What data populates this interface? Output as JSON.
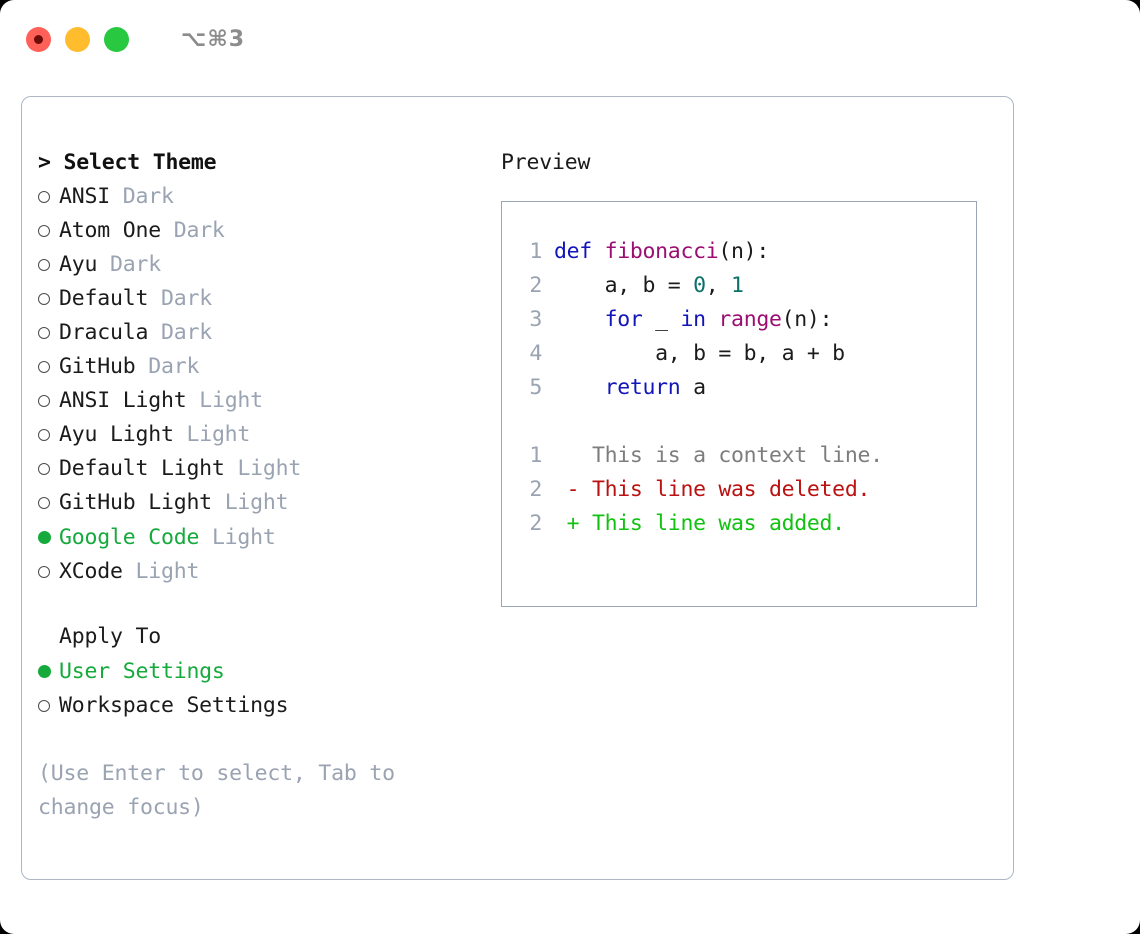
{
  "titlebar": {
    "shortcut_label": "⌥⌘3",
    "buttons": [
      {
        "name": "close",
        "color": "#ff6058"
      },
      {
        "name": "minimize",
        "color": "#ffbd2e"
      },
      {
        "name": "zoom",
        "color": "#28c840"
      }
    ]
  },
  "theme_list": {
    "header": "> Select Theme",
    "options": [
      {
        "name": "ANSI",
        "variant": "Dark",
        "selected": false
      },
      {
        "name": "Atom One",
        "variant": "Dark",
        "selected": false
      },
      {
        "name": "Ayu",
        "variant": "Dark",
        "selected": false
      },
      {
        "name": "Default",
        "variant": "Dark",
        "selected": false
      },
      {
        "name": "Dracula",
        "variant": "Dark",
        "selected": false
      },
      {
        "name": "GitHub",
        "variant": "Dark",
        "selected": false
      },
      {
        "name": "ANSI Light",
        "variant": "Light",
        "selected": false
      },
      {
        "name": "Ayu Light",
        "variant": "Light",
        "selected": false
      },
      {
        "name": "Default Light",
        "variant": "Light",
        "selected": false
      },
      {
        "name": "GitHub Light",
        "variant": "Light",
        "selected": false
      },
      {
        "name": "Google Code",
        "variant": "Light",
        "selected": true
      },
      {
        "name": "XCode",
        "variant": "Light",
        "selected": false
      }
    ]
  },
  "apply_to": {
    "header": "Apply To",
    "options": [
      {
        "name": "User Settings",
        "selected": true
      },
      {
        "name": "Workspace Settings",
        "selected": false
      }
    ]
  },
  "hint": "(Use Enter to select, Tab to change focus)",
  "preview": {
    "title": "Preview",
    "code_lines": [
      {
        "num": "1",
        "tokens": [
          {
            "t": "def ",
            "k": "kw"
          },
          {
            "t": "fibonacci",
            "k": "fn"
          },
          {
            "t": "(n):",
            "k": "plain"
          }
        ]
      },
      {
        "num": "2",
        "tokens": [
          {
            "t": "    a, b = ",
            "k": "plain"
          },
          {
            "t": "0",
            "k": "num"
          },
          {
            "t": ", ",
            "k": "plain"
          },
          {
            "t": "1",
            "k": "num"
          }
        ]
      },
      {
        "num": "3",
        "tokens": [
          {
            "t": "    ",
            "k": "plain"
          },
          {
            "t": "for",
            "k": "kw"
          },
          {
            "t": " _ ",
            "k": "plain"
          },
          {
            "t": "in",
            "k": "kw"
          },
          {
            "t": " ",
            "k": "plain"
          },
          {
            "t": "range",
            "k": "fn"
          },
          {
            "t": "(n):",
            "k": "plain"
          }
        ]
      },
      {
        "num": "4",
        "tokens": [
          {
            "t": "        a, b = b, a + b",
            "k": "plain"
          }
        ]
      },
      {
        "num": "5",
        "tokens": [
          {
            "t": "    ",
            "k": "plain"
          },
          {
            "t": "return",
            "k": "kw"
          },
          {
            "t": " a",
            "k": "plain"
          }
        ]
      }
    ],
    "diff_lines": [
      {
        "num": "1",
        "marker": " ",
        "text": " This is a context line.",
        "kind": "ctx"
      },
      {
        "num": "2",
        "marker": "-",
        "text": " This line was deleted.",
        "kind": "del"
      },
      {
        "num": "2",
        "marker": "+",
        "text": " This line was added.",
        "kind": "add"
      }
    ]
  },
  "colors": {
    "accent_green": "#16aa3d",
    "muted_gray": "#9aa3b2",
    "border": "#adb6c4",
    "preview_border": "#9aa5b6",
    "keyword": "#1215b8",
    "function": "#9b0f72",
    "number": "#0a7068",
    "diff_deleted": "#bb1111",
    "diff_added": "#11c211",
    "diff_context": "#7d7d7d"
  }
}
